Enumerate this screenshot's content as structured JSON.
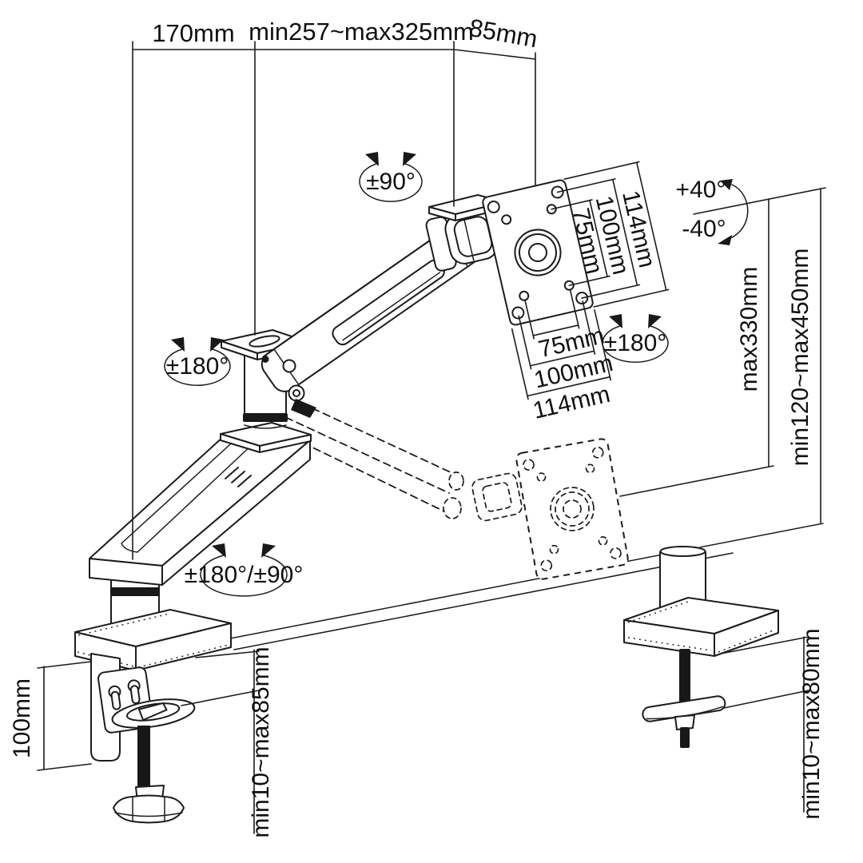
{
  "diagram": {
    "top_dims": {
      "pole_to_joint": "170mm",
      "arm_reach": "min257~max325mm",
      "head_offset": "85mm"
    },
    "angles": {
      "head_swivel": "±90°",
      "tilt_up": "+40°",
      "tilt_down": "-40°",
      "arm_swivel": "±180°",
      "vesa_rotate": "±180°",
      "base_swivel": "±180°/±90°"
    },
    "vesa": {
      "side": {
        "inner": "75mm",
        "mid": "100mm",
        "outer": "114mm"
      },
      "bottom": {
        "inner": "75mm",
        "mid": "100mm",
        "outer": "114mm"
      }
    },
    "height_dims": {
      "arm_lift": "max330mm",
      "height_range": "min120~max450mm"
    },
    "clamp_dims": {
      "clamp_height": "100mm",
      "desk_thickness": "min10~max85mm"
    },
    "grommet_dims": {
      "desk_thickness": "min10~max80mm"
    },
    "colors": {
      "line": "#1c1c1c",
      "background": "#ffffff"
    }
  }
}
